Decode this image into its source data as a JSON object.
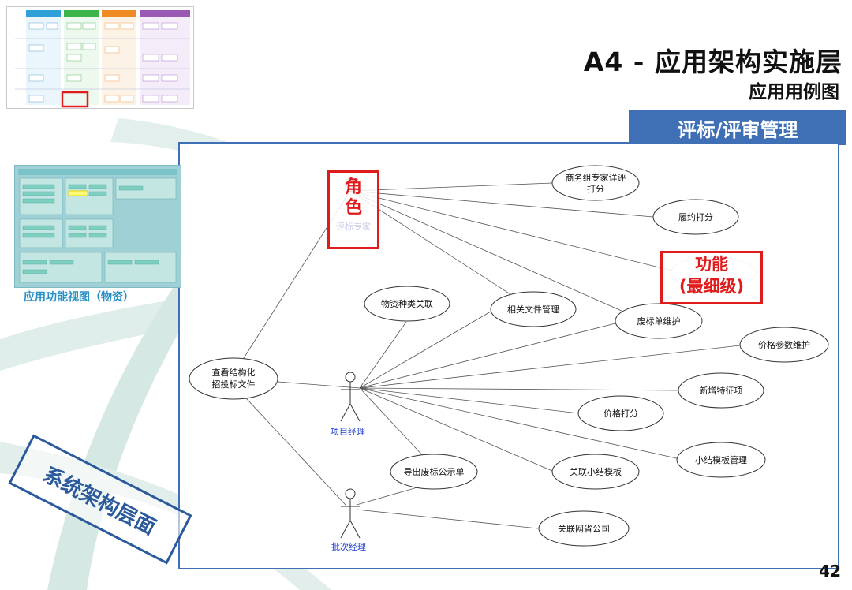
{
  "header": {
    "title": "A4 - 应用架构实施层",
    "subtitle": "应用用例图"
  },
  "section_title": "评标/评审管理",
  "function_view_caption": "应用功能视图（物资）",
  "stamp_text": "系统架构层面",
  "page_number": "42",
  "annotations": {
    "role_label": "角色",
    "role_actor_name": "评标专家",
    "function_label": "功能",
    "function_sub": "(最细级)"
  },
  "actors": {
    "project_manager": "项目经理",
    "batch_manager": "批次经理"
  },
  "use_cases": {
    "business_group_score": "商务组专家详评打分",
    "performance_score": "履约打分",
    "material_type_link": "物资种类关联",
    "related_files": "相关文件管理",
    "void_bid_maintain": "废标单维护",
    "price_param_maintain": "价格参数维护",
    "view_structured_docs": "查看结构化招投标文件",
    "new_feature_item": "新增特征项",
    "price_score": "价格打分",
    "summary_template_mgmt": "小结模板管理",
    "link_summary_template": "关联小结模板",
    "export_void_notice": "导出废标公示单",
    "link_provincial_company": "关联网省公司"
  },
  "colors": {
    "accent_blue": "#3f6fb5",
    "annotation_red": "#e01b1b",
    "actor_label_blue": "#1f3fd1",
    "watermark_teal": "#cfe3df"
  }
}
